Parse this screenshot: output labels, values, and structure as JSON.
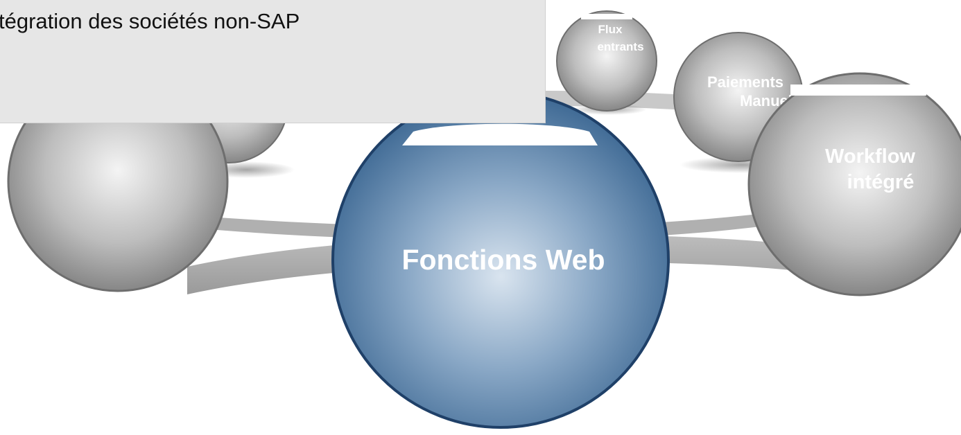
{
  "tooltip": {
    "text": "tégration des sociétés non-SAP"
  },
  "nodes": {
    "center": {
      "label": "Fonctions Web"
    },
    "flux": {
      "line1": "Flux",
      "line2": "entrants"
    },
    "paiements": {
      "line1": "Paiements",
      "line2": "Manuel"
    },
    "workflow": {
      "line1": "Workflow",
      "line2": "intégré"
    }
  },
  "colors": {
    "center_sphere": "#2f5f8f",
    "gray_sphere": "#8a8a8a",
    "ring": "#a6a6a6",
    "panel": "#e6e6e6"
  }
}
